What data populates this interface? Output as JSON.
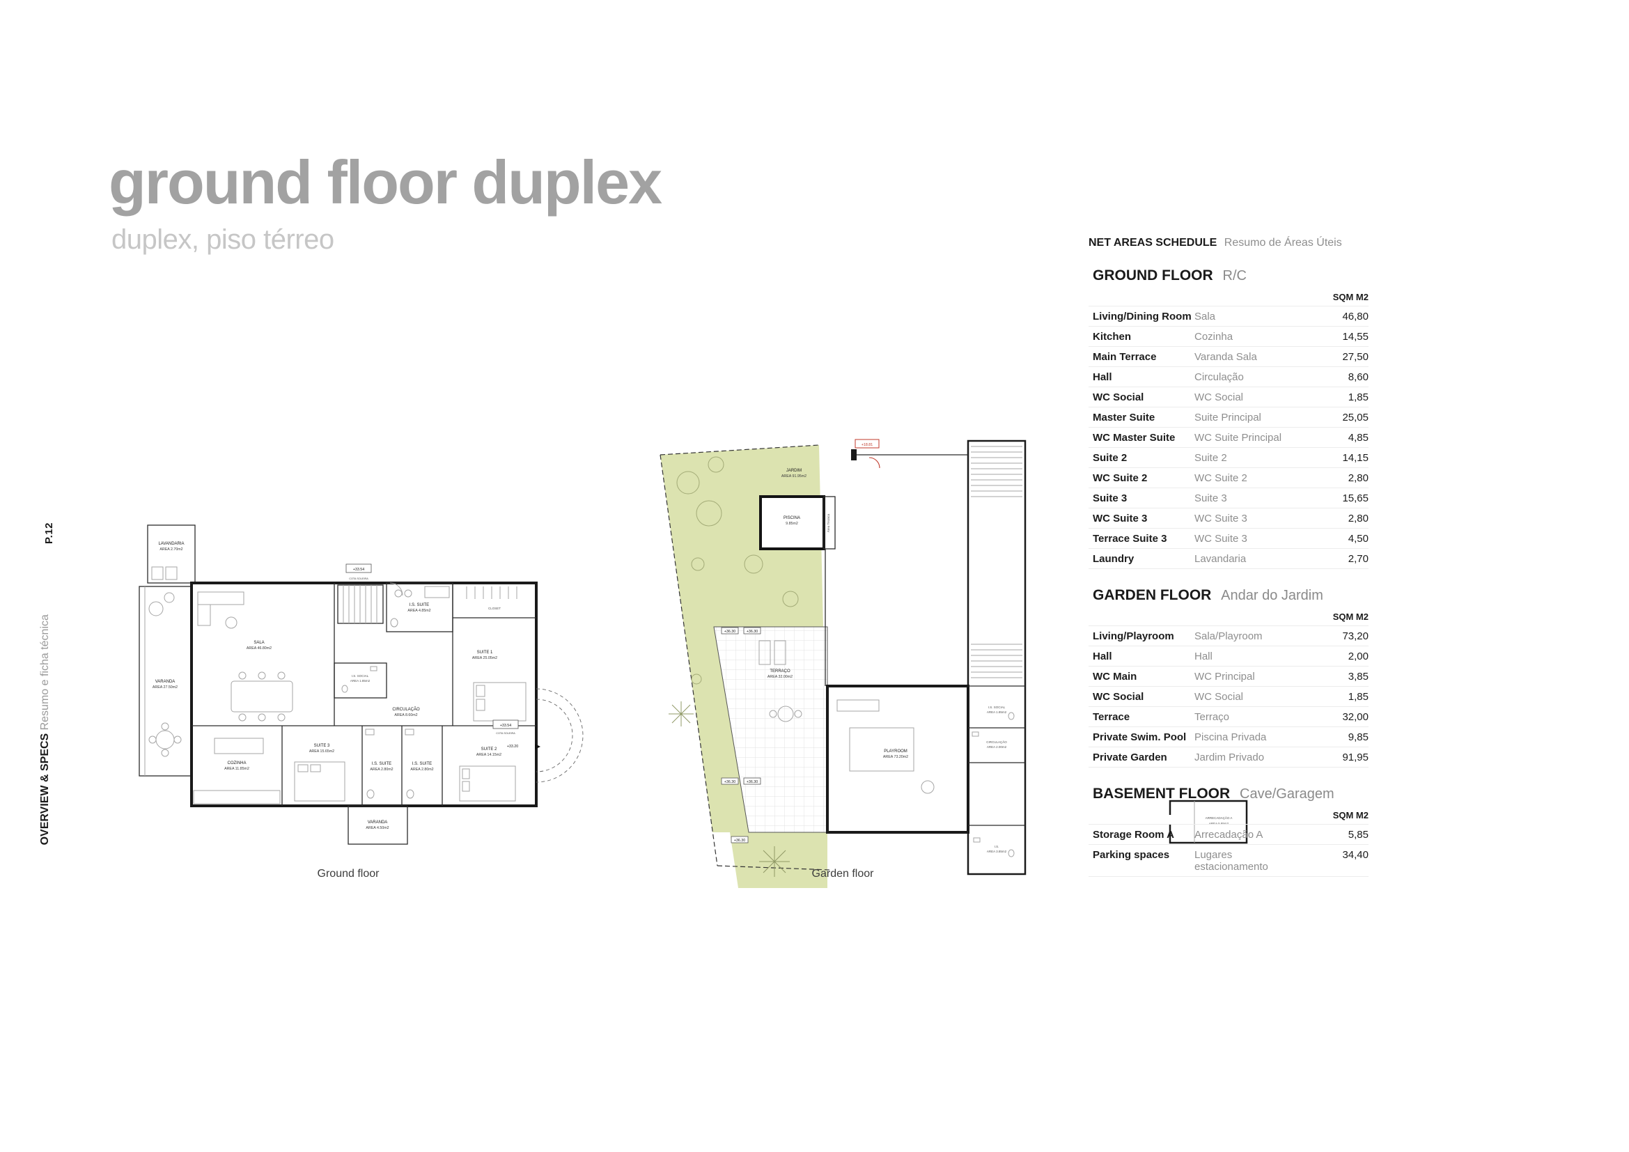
{
  "page": {
    "number": "P.12",
    "sidebar_title": "OVERVIEW & SPECS",
    "sidebar_subtitle": "Resumo e ficha técnica"
  },
  "title": {
    "main": "ground floor duplex",
    "subtitle": "duplex, piso térreo"
  },
  "plans": {
    "ground": {
      "caption": "Ground floor",
      "rooms": {
        "lavandaria": {
          "name": "LAVANDARIA",
          "area": "AREA 2.70m2"
        },
        "varanda": {
          "name": "VARANDA",
          "area": "AREA 27.50m2"
        },
        "sala": {
          "name": "SALA",
          "area": "AREA 46.80m2"
        },
        "cozinha": {
          "name": "COZINHA",
          "area": "AREA 11.85m2"
        },
        "suite1": {
          "name": "SUITE 1",
          "area": "AREA 25.05m2"
        },
        "suite2": {
          "name": "SUITE 2",
          "area": "AREA 14.15m2"
        },
        "suite3": {
          "name": "SUITE 3",
          "area": "AREA 15.65m2"
        },
        "circulacao": {
          "name": "CIRCULAÇÃO",
          "area": "AREA 8.60m2"
        },
        "is_social": {
          "name": "I.S. SOCIAL",
          "area": "AREA 1.85m2"
        },
        "is_suite": {
          "name": "I.S. SUITE",
          "area": "AREA 4.85m2"
        },
        "is_suite2": {
          "name": "I.S. SUITE",
          "area": "AREA 2.80m2"
        },
        "is_suite3": {
          "name": "I.S. SUITE",
          "area": "AREA 2.80m2"
        },
        "closet": {
          "name": "CLOSET"
        },
        "varanda2": {
          "name": "VARANDA",
          "area": "AREA 4.50m2"
        }
      },
      "markers": {
        "cota": "+33.54",
        "cota_label": "COTA SOLEIRA",
        "cota2": "+33.20"
      }
    },
    "garden": {
      "caption": "Garden floor",
      "rooms": {
        "jardim": {
          "name": "JARDIM",
          "area": "AREA 91.95m2"
        },
        "piscina": {
          "name": "PISCINA",
          "area": "9.85m2"
        },
        "terraco": {
          "name": "TERRAÇO",
          "area": "AREA 32.00m2"
        },
        "playroom": {
          "name": "PLAYROOM",
          "area": "AREA 73.20m2"
        },
        "is_social": {
          "name": "I.S. SOCIAL",
          "area": "AREA 1.85m2"
        },
        "circulacao": {
          "name": "CIRCULAÇÃO",
          "area": "AREA 2.00m2"
        },
        "is": {
          "name": "I.S.",
          "area": "AREA 3.85m2"
        },
        "arrecadacao": {
          "name": "ARRECADAÇÃO A",
          "area": "AREA 5.85m2"
        },
        "area_tecnica": {
          "name": "Área Técnica"
        }
      },
      "markers": {
        "level": "+36.30",
        "entry_level": "+18.81"
      }
    }
  },
  "schedule": {
    "title": "NET AREAS SCHEDULE",
    "subtitle": "Resumo de Áreas Úteis",
    "sections": [
      {
        "heading": "GROUND FLOOR",
        "heading_pt": "R/C",
        "unit": "SQM M2",
        "rows": [
          {
            "en": "Living/Dining Room",
            "pt": "Sala",
            "sqm": "46,80"
          },
          {
            "en": "Kitchen",
            "pt": "Cozinha",
            "sqm": "14,55"
          },
          {
            "en": "Main Terrace",
            "pt": "Varanda Sala",
            "sqm": "27,50"
          },
          {
            "en": "Hall",
            "pt": "Circulação",
            "sqm": "8,60"
          },
          {
            "en": "WC Social",
            "pt": "WC Social",
            "sqm": "1,85"
          },
          {
            "en": "Master Suite",
            "pt": "Suite Principal",
            "sqm": "25,05"
          },
          {
            "en": "WC Master Suite",
            "pt": "WC Suite Principal",
            "sqm": "4,85"
          },
          {
            "en": "Suite 2",
            "pt": "Suite 2",
            "sqm": "14,15"
          },
          {
            "en": "WC Suite 2",
            "pt": "WC Suite 2",
            "sqm": "2,80"
          },
          {
            "en": "Suite 3",
            "pt": "Suite 3",
            "sqm": "15,65"
          },
          {
            "en": "WC Suite 3",
            "pt": "WC Suite 3",
            "sqm": "2,80"
          },
          {
            "en": "Terrace Suite 3",
            "pt": "WC Suite 3",
            "sqm": "4,50"
          },
          {
            "en": "Laundry",
            "pt": "Lavandaria",
            "sqm": "2,70"
          }
        ]
      },
      {
        "heading": "GARDEN FLOOR",
        "heading_pt": "Andar do Jardim",
        "unit": "SQM M2",
        "rows": [
          {
            "en": "Living/Playroom",
            "pt": "Sala/Playroom",
            "sqm": "73,20"
          },
          {
            "en": "Hall",
            "pt": "Hall",
            "sqm": "2,00"
          },
          {
            "en": "WC Main",
            "pt": "WC Principal",
            "sqm": "3,85"
          },
          {
            "en": "WC Social",
            "pt": "WC Social",
            "sqm": "1,85"
          },
          {
            "en": "Terrace",
            "pt": "Terraço",
            "sqm": "32,00"
          },
          {
            "en": "Private Swim. Pool",
            "pt": "Piscina Privada",
            "sqm": "9,85"
          },
          {
            "en": "Private Garden",
            "pt": "Jardim Privado",
            "sqm": "91,95"
          }
        ]
      },
      {
        "heading": "BASEMENT FLOOR",
        "heading_pt": "Cave/Garagem",
        "unit": "SQM M2",
        "rows": [
          {
            "en": "Storage Room A",
            "pt": "Arrecadação A",
            "sqm": "5,85"
          },
          {
            "en": "Parking spaces",
            "pt": "Lugares estacionamento",
            "sqm": "34,40"
          }
        ]
      }
    ]
  }
}
